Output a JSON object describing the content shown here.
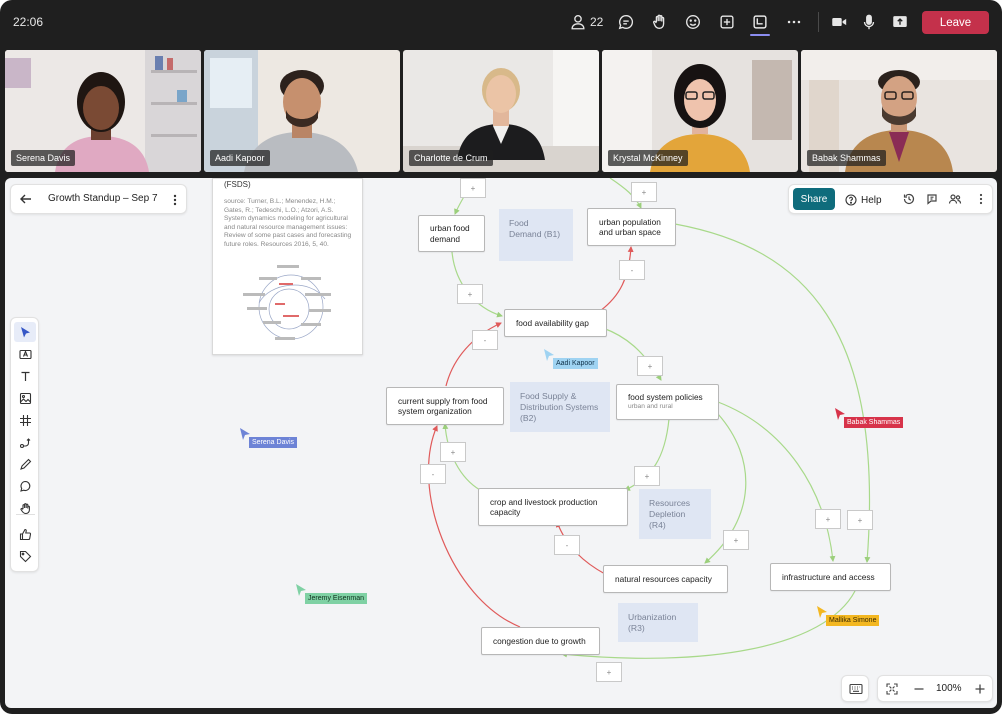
{
  "clock": "22:06",
  "participants_count": "22",
  "leave_label": "Leave",
  "colors": {
    "leave": "#c4314b",
    "share": "#0f6c7c",
    "positive_link": "#a8d98a",
    "negative_link": "#e05a5a"
  },
  "participants": [
    {
      "name": "Serena Davis"
    },
    {
      "name": "Aadi Kapoor"
    },
    {
      "name": "Charlotte de Crum"
    },
    {
      "name": "Krystal McKinney"
    },
    {
      "name": "Babak Shammas"
    }
  ],
  "board": {
    "title": "Growth Standup – Sep 7",
    "share_label": "Share",
    "help_label": "Help",
    "zoom": "100%"
  },
  "reference": {
    "heading": "(FSDS)",
    "source": "source: Turner, B.L.; Menendez, H.M.; Gates, R.; Tedeschi, L.O.; Atzori, A.S. System dynamics modeling for agricultural and natural resource management issues: Review of some past cases and forecasting future roles. Resources 2016, 5, 40."
  },
  "nodes": {
    "urban_food_demand": "urban food demand",
    "urban_population": "urban population and urban space",
    "food_availability_gap": "food availability gap",
    "current_supply": "current supply from food system organization",
    "food_system_policies": "food system policies",
    "food_system_policies_sub": "urban and rural",
    "crop_livestock": "crop and livestock production capacity",
    "natural_resources": "natural resources capacity",
    "infrastructure": "infrastructure and access",
    "congestion": "congestion due to growth"
  },
  "loops": {
    "b1": "Food Demand (B1)",
    "b2": "Food Supply & Distribution Systems (B2)",
    "r4": "Resources Depletion (R4)",
    "r3": "Urbanization (R3)"
  },
  "signs": {
    "plus": "+",
    "minus": "-"
  },
  "cursors": [
    {
      "name": "Aadi Kapoor",
      "color": "#9fd3f2"
    },
    {
      "name": "Serena Davis",
      "color": "#6d83d6"
    },
    {
      "name": "Babak Shammas",
      "color": "#d7334a"
    },
    {
      "name": "Jeremy Eisenman",
      "color": "#7fd1a4"
    },
    {
      "name": "Mallika Simone",
      "color": "#f3b721"
    }
  ]
}
